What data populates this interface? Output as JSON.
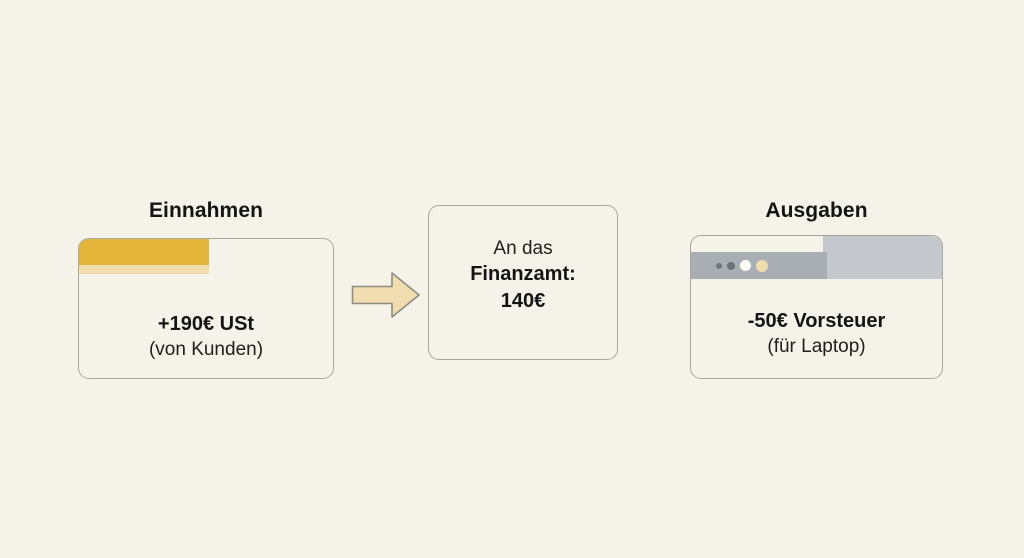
{
  "page": {
    "background_color": "#f5f2e9",
    "title": "Umsatzsteuer Beispiel"
  },
  "colors": {
    "background": "#f5f2e9",
    "card_border": "#a9a69c",
    "text": "#141414",
    "gold_bar": "#e4b53b",
    "gold_bar_light": "#f0ddac",
    "arrow_fill": "#f0dcae",
    "arrow_stroke": "#8d8b82",
    "chrome_bar": "#a9aeb5",
    "chrome_panel": "#c4c8cc"
  },
  "columns": {
    "income": {
      "heading": "Einnahmen",
      "card": {
        "amount_label": "+190€ USt",
        "source_label": "(von Kunden)",
        "decoration": "gold-bar"
      }
    },
    "tax_office": {
      "card": {
        "line1": "An das",
        "line2": "Finanzamt:",
        "line3": "140€"
      }
    },
    "expenses": {
      "heading": "Ausgaben",
      "card": {
        "amount_label": "-50€ Vorsteuer",
        "source_label": "(für Laptop)",
        "decoration": "browser-window",
        "dots": [
          "dot-small-dark",
          "dot-medium-dark",
          "dot-white",
          "dot-amber"
        ]
      }
    }
  },
  "arrow": {
    "direction": "right",
    "name": "flow-arrow-right"
  }
}
